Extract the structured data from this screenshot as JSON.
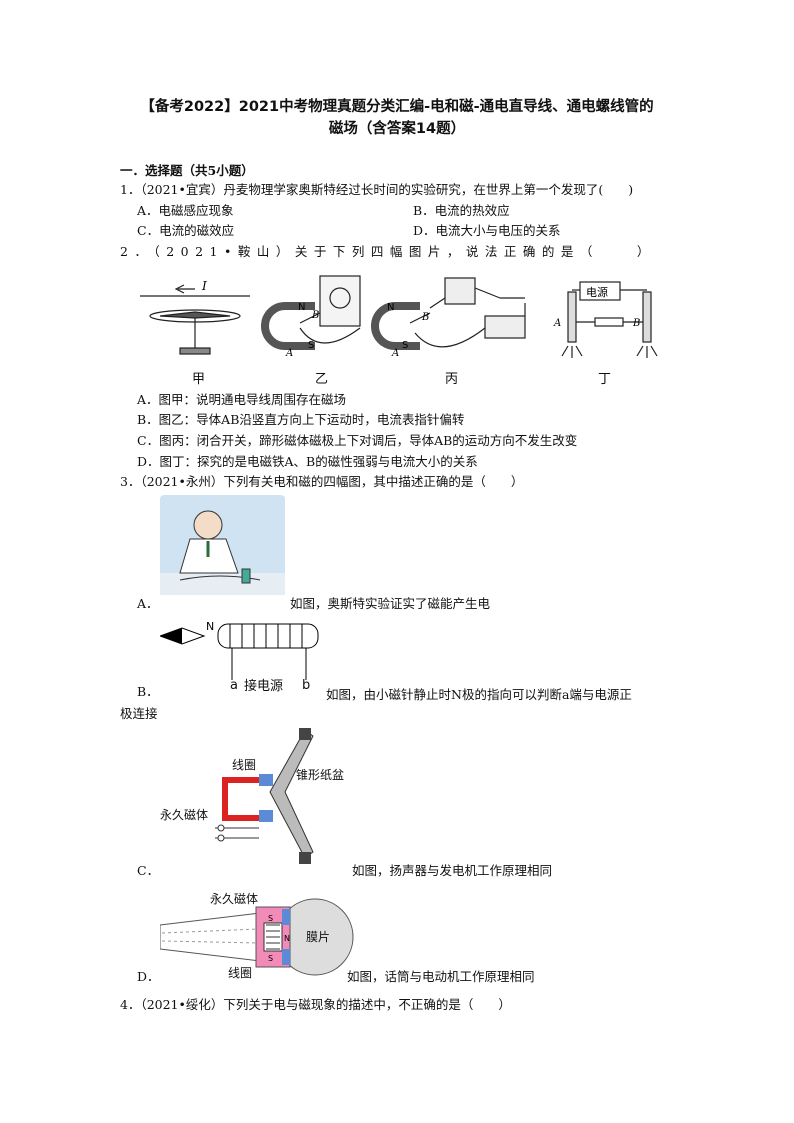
{
  "title_line1": "【备考2022】2021中考物理真题分类汇编-电和磁-通电直导线、通电螺线管的",
  "title_line2": "磁场（含答案14题）",
  "section1": "一．选择题（共5小题）",
  "q1": {
    "stem": "1．（2021•宜宾）丹麦物理学家奥斯特经过长时间的实验研究，在世界上第一个发现了(　　)",
    "A": "A．电磁感应现象",
    "B": "B．电流的热效应",
    "C": "C．电流的磁效应",
    "D": "D．电流大小与电压的关系"
  },
  "q2": {
    "stem": "2．（2021•鞍山）关于下列四幅图片，说法正确的是（　　）",
    "fig_labels": [
      "甲",
      "乙",
      "丙",
      "丁"
    ],
    "fig_I": "I",
    "fig_N": "N",
    "fig_S": "S",
    "fig_A": "A",
    "fig_B": "B",
    "fig_power": "电源",
    "A": "A．图甲：说明通电导线周围存在磁场",
    "B": "B．图乙：导体AB沿竖直方向上下运动时，电流表指针偏转",
    "C": "C．图丙：闭合开关，蹄形磁体磁极上下对调后，导体AB的运动方向不发生改变",
    "D": "D．图丁：探究的是电磁铁A、B的磁性强弱与电流大小的关系"
  },
  "q3": {
    "stem": "3．（2021•永州）下列有关电和磁的四幅图，其中描述正确的是（　　）",
    "A_prefix": "A．",
    "A_text": "如图，奥斯特实验证实了磁能产生电",
    "B_prefix": "B．",
    "B_text": "如图，由小磁针静止时N极的指向可以判断a端与电源正",
    "B_text2": "极连接",
    "B_fig_N": "N",
    "B_fig_a": "a",
    "B_fig_b": "b",
    "B_fig_power": "接电源",
    "C_prefix": "C．",
    "C_text": "如图，扬声器与发电机工作原理相同",
    "C_fig_coil": "线圈",
    "C_fig_cone": "锥形纸盆",
    "C_fig_magnet": "永久磁体",
    "D_prefix": "D．",
    "D_text": "如图，话筒与电动机工作原理相同",
    "D_fig_magnet": "永久磁体",
    "D_fig_membrane": "膜片",
    "D_fig_coil": "线圈",
    "D_fig_S": "S",
    "D_fig_N": "N"
  },
  "q4": {
    "stem": "4．（2021•绥化）下列关于电与磁现象的描述中，不正确的是（　　）"
  }
}
